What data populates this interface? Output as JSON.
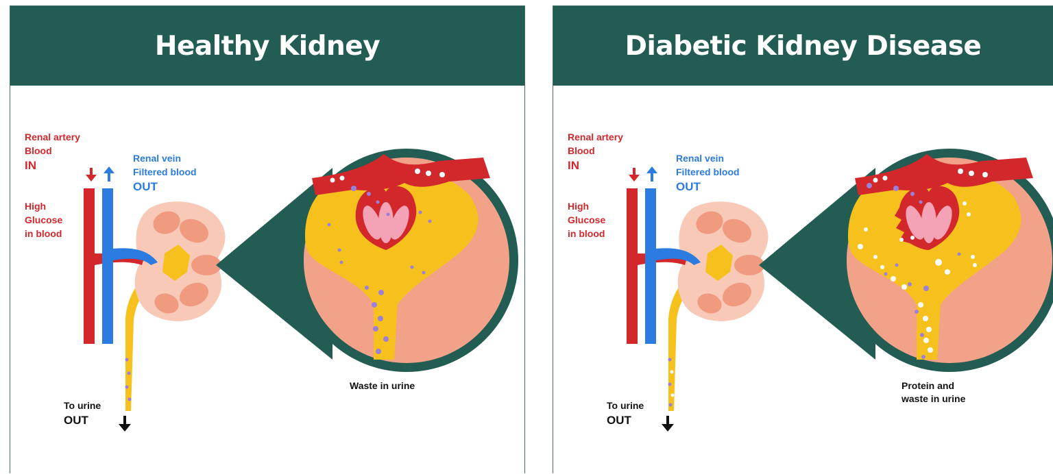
{
  "panels": [
    {
      "title": "Healthy Kidney",
      "artery_label_line1": "Renal artery",
      "artery_label_line2": "Blood",
      "artery_label_in": "IN",
      "vein_label_line1": "Renal vein",
      "vein_label_line2": "Filtered blood",
      "vein_label_out": "OUT",
      "glucose_line1": "High",
      "glucose_line2": "Glucose",
      "glucose_line3": "in blood",
      "urine_label": "To urine",
      "urine_out": "OUT",
      "caption_line1": "Waste in urine",
      "caption_line2": ""
    },
    {
      "title": "Diabetic Kidney Disease",
      "artery_label_line1": "Renal artery",
      "artery_label_line2": "Blood",
      "artery_label_in": "IN",
      "vein_label_line1": "Renal vein",
      "vein_label_line2": "Filtered blood",
      "vein_label_out": "OUT",
      "glucose_line1": "High",
      "glucose_line2": "Glucose",
      "glucose_line3": "in blood",
      "urine_label": "To urine",
      "urine_out": "OUT",
      "caption_line1": "Protein and",
      "caption_line2": "waste in urine"
    }
  ],
  "colors": {
    "header": "#235c52",
    "artery": "#d2282c",
    "vein": "#2b7be0",
    "urine": "#f7c11d",
    "kidney": "#f3a28a",
    "kidney_light": "#f8c9b7",
    "glomerulus": "#f4a3b7",
    "waste": "#9c7fd6",
    "protein": "#ffffff"
  }
}
